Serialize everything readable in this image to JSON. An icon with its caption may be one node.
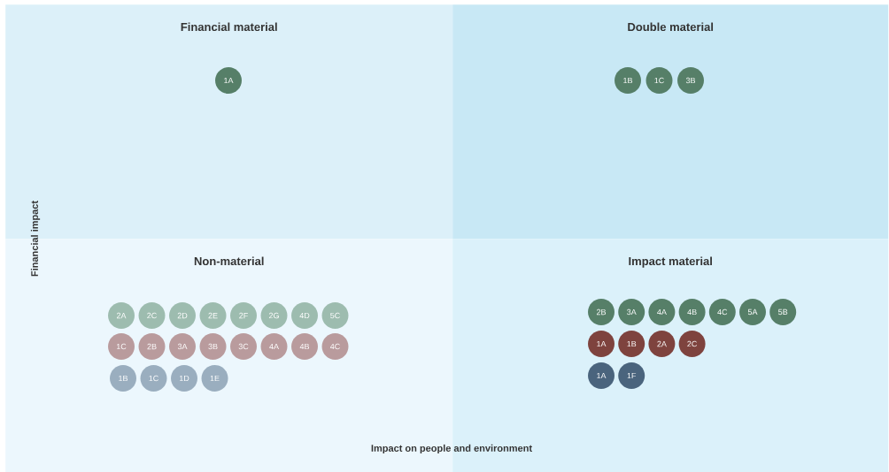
{
  "diagram": {
    "nodes": [
      {
        "text": [
          "Financial material"
        ]
      },
      {
        "text": [
          "1A"
        ],
        "in": 0
      },
      {
        "text": [
          "Double material"
        ]
      },
      {
        "text": [
          "1B"
        ],
        "in": 2
      },
      {
        "text": [
          "1C"
        ],
        "in": 2
      },
      {
        "text": [
          "3B"
        ],
        "in": 2
      },
      {
        "text": [
          "Non-material"
        ]
      },
      {
        "text": [
          "2A"
        ],
        "in": 6
      },
      {
        "text": [
          "2C"
        ],
        "in": 6
      },
      {
        "text": [
          "2D"
        ],
        "in": 6
      },
      {
        "text": [
          "2E"
        ],
        "in": 6
      },
      {
        "text": [
          "2F"
        ],
        "in": 6
      },
      {
        "text": [
          "2G"
        ],
        "in": 6
      },
      {
        "text": [
          "4D"
        ],
        "in": 6
      },
      {
        "text": [
          "5C"
        ],
        "in": 6
      },
      {
        "text": [
          "1C"
        ],
        "in": 6
      },
      {
        "text": [
          "2B"
        ],
        "in": 6
      },
      {
        "text": [
          "3A"
        ],
        "in": 6
      },
      {
        "text": [
          "3B"
        ],
        "in": 6
      },
      {
        "text": [
          "3C"
        ],
        "in": 6
      },
      {
        "text": [
          "4A"
        ],
        "in": 6
      },
      {
        "text": [
          "4B"
        ],
        "in": 6
      },
      {
        "text": [
          "4C"
        ],
        "in": 6
      },
      {
        "text": [
          "1B"
        ],
        "in": 6
      },
      {
        "text": [
          "1C"
        ],
        "in": 6
      },
      {
        "text": [
          "1D"
        ],
        "in": 6
      },
      {
        "text": [
          "1E"
        ],
        "in": 6
      },
      {
        "text": [
          "Impact material"
        ]
      },
      {
        "text": [
          "2B"
        ],
        "in": 27
      },
      {
        "text": [
          "3A"
        ],
        "in": 27
      },
      {
        "text": [
          "4A"
        ],
        "in": 27
      },
      {
        "text": [
          "4B"
        ],
        "in": 27
      },
      {
        "text": [
          "4C"
        ],
        "in": 27
      },
      {
        "text": [
          "5A"
        ],
        "in": 27
      },
      {
        "text": [
          "5B"
        ],
        "in": 27
      },
      {
        "text": [
          "1A"
        ],
        "in": 27
      },
      {
        "text": [
          "1B"
        ],
        "in": 27
      },
      {
        "text": [
          "2A"
        ],
        "in": 27
      },
      {
        "text": [
          "2C"
        ],
        "in": 27
      },
      {
        "text": [
          "1A"
        ],
        "in": 27
      },
      {
        "text": [
          "1F"
        ],
        "in": 27
      }
    ],
    "labels": [
      "Financial impact",
      "Impact on people and environment"
    ]
  }
}
